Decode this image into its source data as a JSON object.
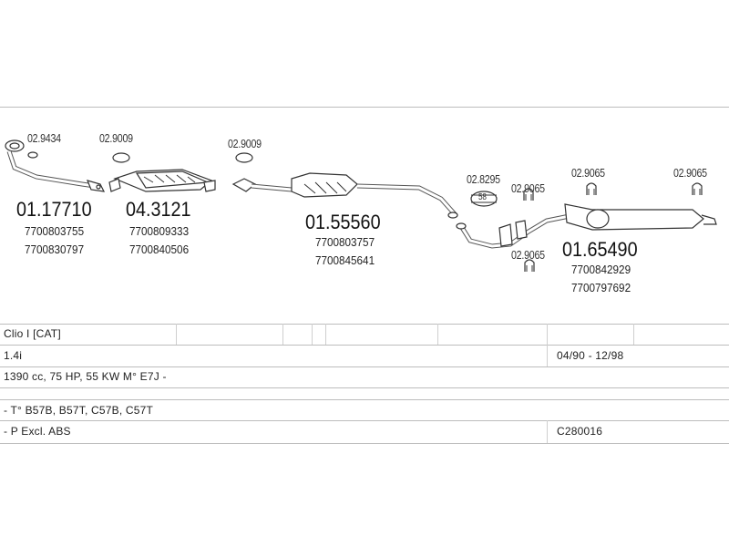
{
  "parts": [
    {
      "id": "pipe_front",
      "number": "01.17710",
      "oe": [
        "7700803755",
        "7700830797"
      ],
      "accessory": "02.9434"
    },
    {
      "id": "catalyst",
      "number": "04.3121",
      "oe": [
        "7700809333",
        "7700840506"
      ],
      "accessory": "02.9009"
    },
    {
      "id": "middle",
      "number": "01.55560",
      "oe": [
        "7700803757",
        "7700845641"
      ],
      "accessory": "02.9009"
    },
    {
      "id": "rear",
      "number": "01.65490",
      "oe": [
        "7700842929",
        "7700797692"
      ]
    }
  ],
  "accessories": {
    "clamp": "02.8295",
    "clamp_number": "58",
    "hanger_a": "02.9065",
    "hanger_b": "02.9065",
    "hanger_c": "02.9065",
    "hanger_d": "02.9065"
  },
  "table": {
    "model": "Clio I [CAT]",
    "engine": "1.4i",
    "period": "04/90 - 12/98",
    "spec": "1390 cc, 75 HP, 55 KW M° E7J -",
    "types": "- T° B57B, B57T, C57B, C57T",
    "option": "- P Excl. ABS",
    "code": "C280016"
  }
}
